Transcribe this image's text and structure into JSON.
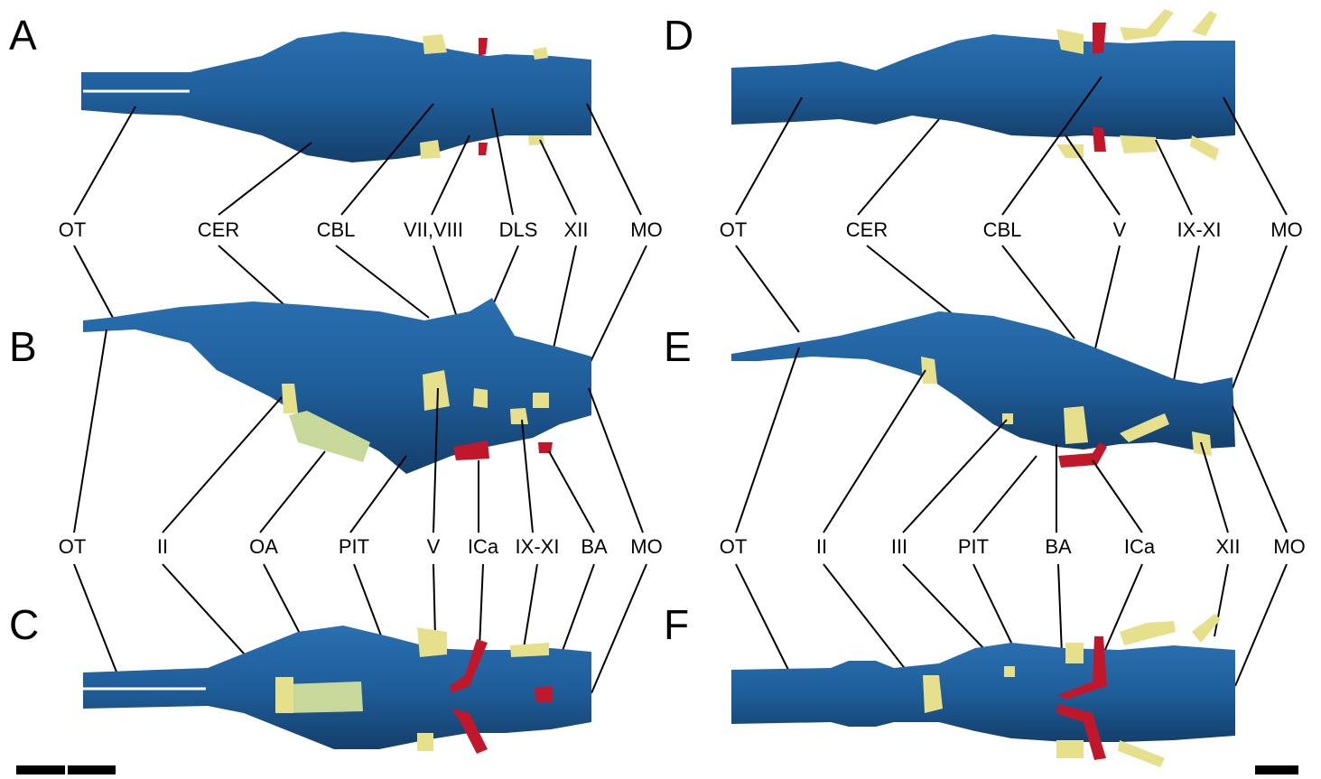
{
  "panels": [
    {
      "letter": "A",
      "labels": [
        "OT",
        "CER",
        "CBL",
        "VII,VIII",
        "DLS",
        "XII",
        "MO"
      ]
    },
    {
      "letter": "B",
      "labels": [
        "OT",
        "II",
        "OA",
        "PIT",
        "V",
        "ICa",
        "IX-XI",
        "BA",
        "MO"
      ]
    },
    {
      "letter": "C"
    },
    {
      "letter": "D",
      "labels": [
        "OT",
        "CER",
        "CBL",
        "V",
        "IX-XI",
        "MO"
      ]
    },
    {
      "letter": "E",
      "labels": [
        "OT",
        "II",
        "III",
        "PIT",
        "BA",
        "ICa",
        "XII",
        "MO"
      ]
    },
    {
      "letter": "F"
    }
  ],
  "colors": {
    "brain": "#1f5e9a",
    "brain_dark": "#143f6b",
    "nerve": "#e6df8c",
    "artery": "#c0182a",
    "optic_artery": "#c8d79a",
    "scale_bar": "#000000"
  },
  "scale_bars": [
    "left scale bar (two segments)",
    "right scale bar"
  ]
}
